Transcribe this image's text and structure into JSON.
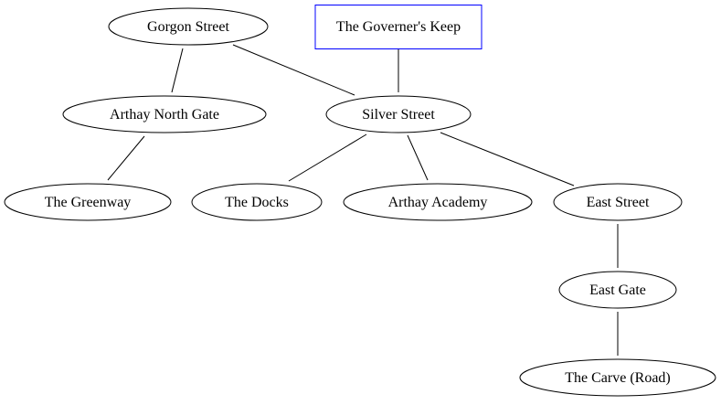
{
  "colors": {
    "background": "#ffffff",
    "stroke": "#000000",
    "highlight_stroke": "#0000ff"
  },
  "nodes": [
    {
      "id": "gorgon-street",
      "label": "Gorgon Street",
      "shape": "ellipse"
    },
    {
      "id": "governers-keep",
      "label": "The Governer's Keep",
      "shape": "box",
      "color": "#0000ff"
    },
    {
      "id": "arthay-north-gate",
      "label": "Arthay North Gate",
      "shape": "ellipse"
    },
    {
      "id": "silver-street",
      "label": "Silver Street",
      "shape": "ellipse"
    },
    {
      "id": "the-greenway",
      "label": "The Greenway",
      "shape": "ellipse"
    },
    {
      "id": "the-docks",
      "label": "The Docks",
      "shape": "ellipse"
    },
    {
      "id": "arthay-academy",
      "label": "Arthay Academy",
      "shape": "ellipse"
    },
    {
      "id": "east-street",
      "label": "East Street",
      "shape": "ellipse"
    },
    {
      "id": "east-gate",
      "label": "East Gate",
      "shape": "ellipse"
    },
    {
      "id": "the-carve-road",
      "label": "The Carve (Road)",
      "shape": "ellipse"
    }
  ],
  "edges": [
    {
      "from": "gorgon-street",
      "to": "arthay-north-gate"
    },
    {
      "from": "gorgon-street",
      "to": "silver-street"
    },
    {
      "from": "governers-keep",
      "to": "silver-street"
    },
    {
      "from": "arthay-north-gate",
      "to": "the-greenway"
    },
    {
      "from": "silver-street",
      "to": "the-docks"
    },
    {
      "from": "silver-street",
      "to": "arthay-academy"
    },
    {
      "from": "silver-street",
      "to": "east-street"
    },
    {
      "from": "east-street",
      "to": "east-gate"
    },
    {
      "from": "east-gate",
      "to": "the-carve-road"
    }
  ]
}
